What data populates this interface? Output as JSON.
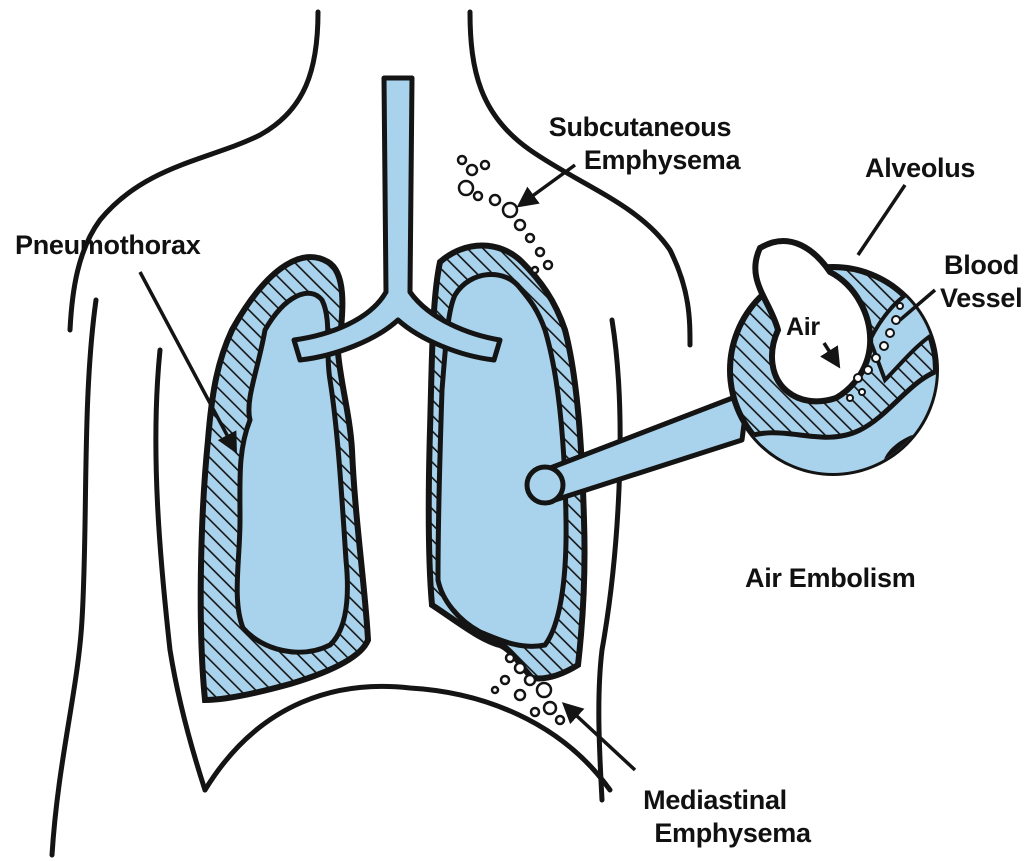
{
  "colors": {
    "lung_fill": "#a9d3ec",
    "outline": "#141414",
    "background": "#ffffff"
  },
  "labels": {
    "subcutaneous_line1": "Subcutaneous",
    "subcutaneous_line2": "Emphysema",
    "pneumothorax": "Pneumothorax",
    "alveolus": "Alveolus",
    "blood": "Blood",
    "vessel": "Vessel",
    "air": "Air",
    "air_embolism": "Air Embolism",
    "mediastinal_line1": "Mediastinal",
    "mediastinal_line2": "Emphysema"
  }
}
